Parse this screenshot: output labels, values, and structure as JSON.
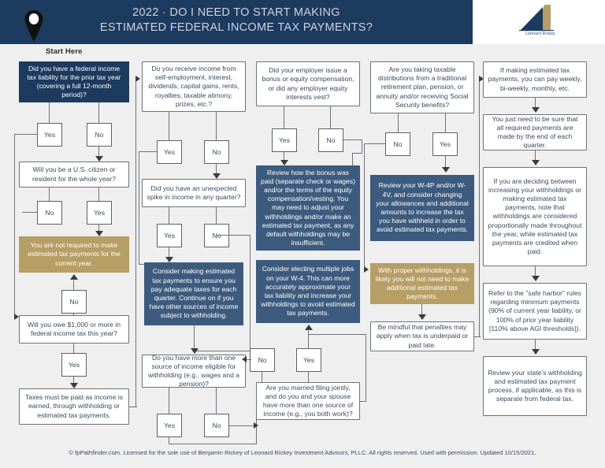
{
  "header": {
    "title_line1": "2022 · DO I NEED TO START MAKING",
    "title_line2": "ESTIMATED FEDERAL INCOME TAX PAYMENTS?",
    "logo_name": "Leonard Rickey",
    "brand_navy": "#1d3a5f",
    "brand_gold": "#b69e65",
    "brand_blue": "#3d5b7e"
  },
  "start": {
    "label": "Start Here",
    "icon": "map-pin-icon"
  },
  "labels": {
    "yes": "Yes",
    "no": "No"
  },
  "col1": {
    "q1": "Did you have a federal income tax liability for the prior tax year (covering a full 12-month period)?",
    "q1_yes": "Yes",
    "q1_no": "No",
    "q2": "Will you be a U.S. citizen or resident for the whole year?",
    "q2_no": "No",
    "q2_yes": "Yes",
    "outcome_gold": "You are not required to make estimated tax payments for the current year.",
    "q3_no": "No",
    "q3": "Will you owe $1,000 or more in federal income tax this year?",
    "q3_yes": "Yes",
    "outcome_white": "Taxes must be paid as income is earned, through withholding or estimated tax payments."
  },
  "col2": {
    "q1": "Do you receive income from self-employment, interest, dividends, capital gains, rents, royalties, taxable alimony, prizes, etc.?",
    "q1_yes": "Yes",
    "q1_no": "No",
    "q2": "Did you have an unexpected spike in income in any quarter?",
    "q2_yes": "Yes",
    "q2_no": "No",
    "action_blue": "Consider making estimated tax payments to ensure you pay adequate taxes for each quarter. Continue on if you have other sources of income subject to withholding.",
    "q3": "Do you have more than one source of income eligible for withholding (e.g., wages and a pension)?",
    "q3_yes": "Yes",
    "q3_no": "No"
  },
  "col3": {
    "q1": "Did your employer issue a bonus or equity compensation, or did any employer equity interests vest?",
    "q1_yes": "Yes",
    "q1_no": "No",
    "action_blue_1": "Review how the bonus was paid (separate check or wages) and/or the terms of the equity compensation/vesting. You may need to adjust your withholdings and/or make an estimated tax payment, as any default withholdings may be insufficient.",
    "action_blue_2": "Consider electing multiple jobs on your W-4. This can more accurately approximate your tax liability and increase your withholdings to avoid estimated tax payments.",
    "q2_no": "No",
    "q2_yes": "Yes",
    "q2": "Are you married filing jointly, and do you and your spouse have more than one source of income (e.g., you both work)?"
  },
  "col4": {
    "q1": "Are you taking taxable distributions from a traditional retirement plan, pension, or annuity and/or receiving Social Security benefits?",
    "q1_no": "No",
    "q1_yes": "Yes",
    "action_blue": "Review your W-4P and/or W-4V, and consider changing your allowances and additional amounts to increase the tax you have withheld in order to avoid estimated tax payments.",
    "action_gold": "With proper withholdings, it is likely you will not need to make additional estimated tax payments.",
    "note_white": "Be mindful that penalties may apply when tax is underpaid or paid late."
  },
  "col5": {
    "n1": "If making estimated tax payments, you can pay weekly, bi-weekly, monthly, etc.",
    "n2": "You just need to be sure that all required payments are made by the end of each quarter.",
    "n3": "If you are deciding between increasing your withholdings or making estimated tax payments, note that withholdings are considered proportionally made throughout the year, while estimated tax payments are credited when paid.",
    "n4": "Refer to the \"safe harbor\" rules regarding minimum payments (90% of current year liability, or 100% of prior year liability [110% above AGI thresholds]).",
    "n5": "Review your state's withholding and estimated tax payment process, if applicable, as this is separate from federal tax."
  },
  "footer": {
    "text": "© fpPathfinder.com. Licensed for the sole use of Benjamin Rickey of Leonard Rickey Investment Advisors, PLLC. All rights reserved. Used with permission. Updated 10/15/2021."
  }
}
